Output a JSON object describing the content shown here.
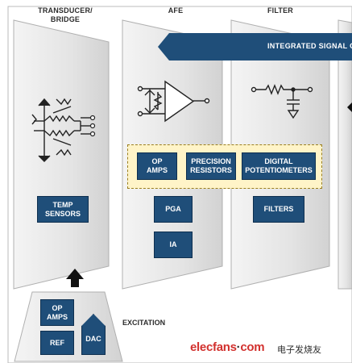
{
  "columns": {
    "transducer": "TRANSDUCER/\nBRIDGE",
    "afe": "AFE",
    "filter": "FILTER"
  },
  "signal_bar": "INTEGRATED SIGNAL CO",
  "blocks": {
    "op_amps": "OP\nAMPS",
    "precision_resistors": "PRECISION\nRESISTORS",
    "digital_potentiometers": "DIGITAL\nPOTENTIOMETERS",
    "temp_sensors": "TEMP\nSENSORS",
    "pga": "PGA",
    "ia": "IA",
    "filters": "FILTERS",
    "exc_op_amps": "OP\nAMPS",
    "ref": "REF",
    "dac": "DAC"
  },
  "excitation_label": "EXCITATION",
  "watermark": {
    "brand_part1": "elecfans",
    "brand_dot": "·",
    "brand_part2": "com",
    "chinese": "电子发烧友"
  },
  "colors": {
    "block_fill": "#1f4e79",
    "panel_fill": "#e6e6e6",
    "highlight_fill": "#fff4c8",
    "watermark_red": "#d2312e"
  }
}
